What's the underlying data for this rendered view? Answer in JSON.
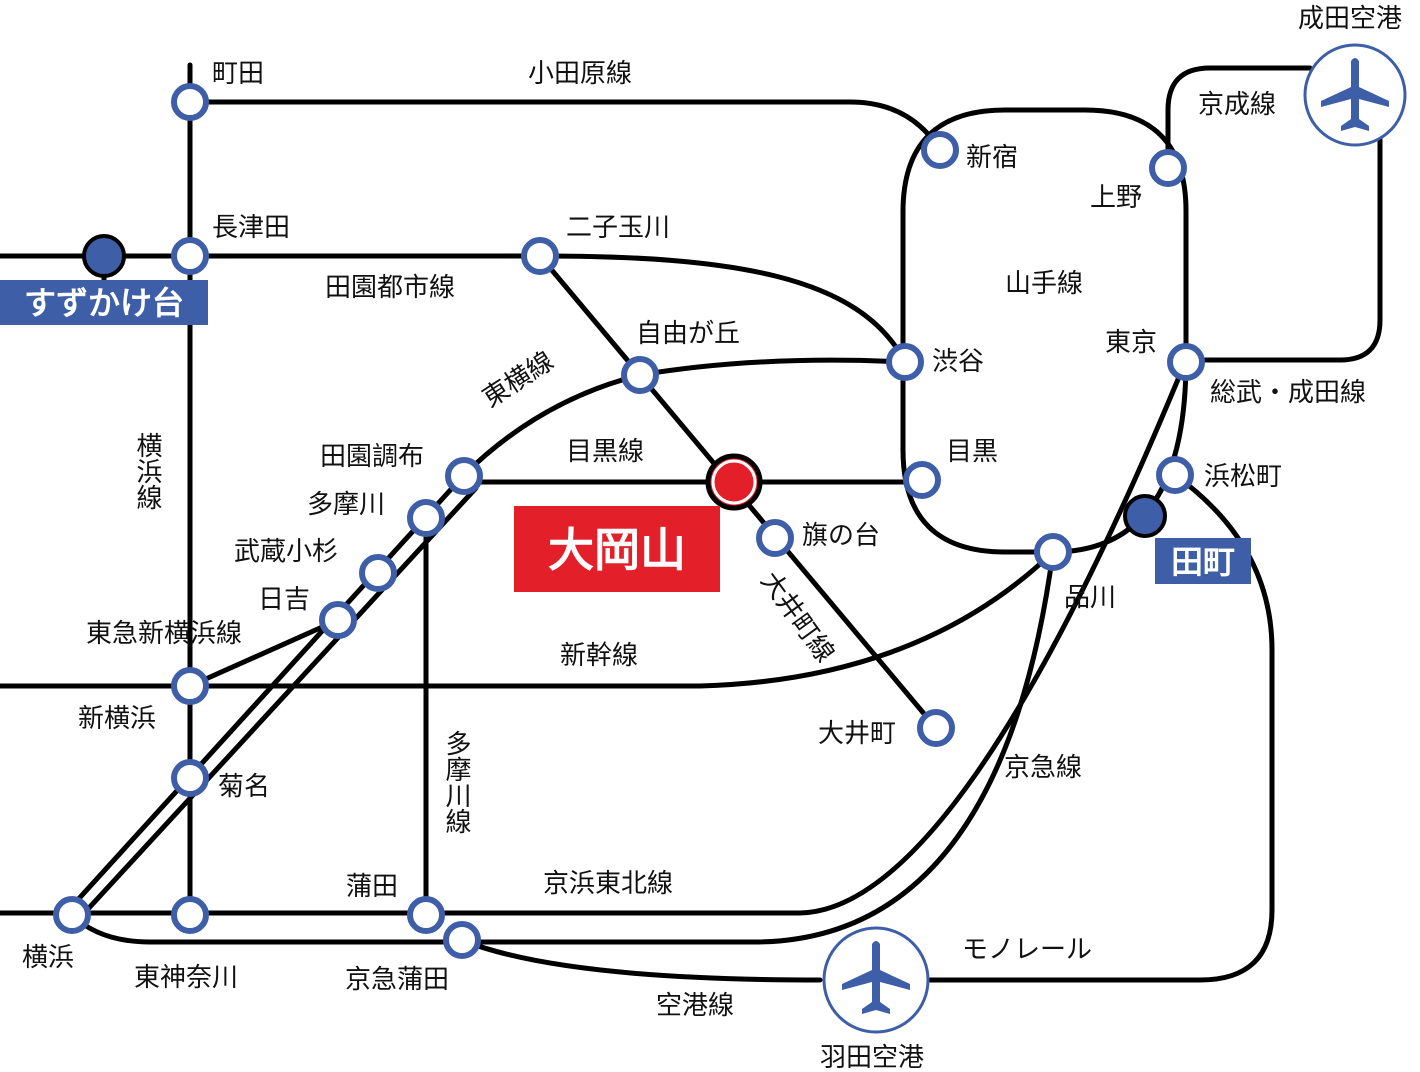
{
  "colors": {
    "line": "#000000",
    "station_ring": "#3f5ea8",
    "highlight_box": "#e3202a",
    "nearby_box": "#3f5ea8",
    "nearby_fill": "#3f5ea8",
    "airport": "#3f5ea8"
  },
  "highlight_station": "大岡山",
  "nearby_stations": {
    "suzukakedai": "すずかけ台",
    "tamachi": "田町"
  },
  "stations": {
    "machida": "町田",
    "nagatsuta": "長津田",
    "futakotamagawa": "二子玉川",
    "jiyugaoka": "自由が丘",
    "denenchofu": "田園調布",
    "tamagawa": "多摩川",
    "musashikosugi": "武蔵小杉",
    "hiyoshi": "日吉",
    "shinyokohama": "新横浜",
    "kikuna": "菊名",
    "yokohama": "横浜",
    "higashikanagawa": "東神奈川",
    "kamata": "蒲田",
    "keikyukamata": "京急蒲田",
    "shinjuku": "新宿",
    "ueno": "上野",
    "tokyo": "東京",
    "shibuya": "渋谷",
    "meguro": "目黒",
    "hamamatsucho": "浜松町",
    "shinagawa": "品川",
    "hatanodai": "旗の台",
    "oimachi": "大井町"
  },
  "airports": {
    "narita": {
      "name": "成田空港",
      "icon": "airplane-icon"
    },
    "haneda": {
      "name": "羽田空港",
      "icon": "airplane-icon"
    }
  },
  "lines": {
    "odakyu": "小田原線",
    "keisei": "京成線",
    "denentoshi": "田園都市線",
    "yamanote": "山手線",
    "toyoko": "東横線",
    "sobu_narita": "総武・成田線",
    "meguro": "目黒線",
    "oimachi": "大井町線",
    "yokohama": "横浜線",
    "tokyu_shinyokohama": "東急新横浜線",
    "shinkansen": "新幹線",
    "tamagawa": "多摩川線",
    "keikyu": "京急線",
    "keihin_tohoku": "京浜東北線",
    "monorail": "モノレール",
    "kuko": "空港線"
  }
}
